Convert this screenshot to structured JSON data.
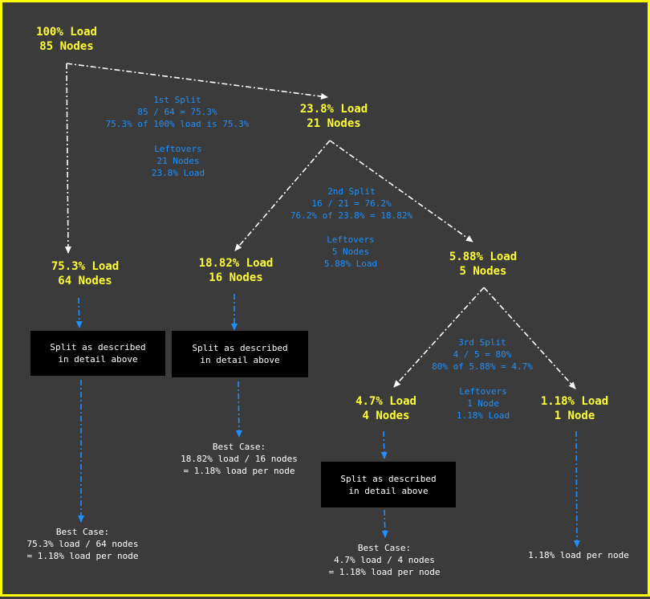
{
  "colors": {
    "border": "#ffff00",
    "background": "#3b3b3b",
    "node_text": "#ffff33",
    "split_text": "#1e90ff",
    "box_bg": "#000000",
    "box_text": "#ffffff",
    "arrow_white": "#ffffff",
    "arrow_blue": "#1e90ff"
  },
  "nodes": {
    "root": {
      "load": "100% Load",
      "count": "85 Nodes"
    },
    "n238": {
      "load": "23.8% Load",
      "count": "21 Nodes"
    },
    "n753": {
      "load": "75.3% Load",
      "count": "64 Nodes"
    },
    "n1882": {
      "load": "18.82% Load",
      "count": "16 Nodes"
    },
    "n588": {
      "load": "5.88% Load",
      "count": "5 Nodes"
    },
    "n47": {
      "load": "4.7% Load",
      "count": "4 Nodes"
    },
    "n118": {
      "load": "1.18% Load",
      "count": "1 Node"
    }
  },
  "splits": {
    "s1": {
      "title": "1st Split",
      "formula": "85 / 64 = 75.3%",
      "result": "75.3% of 100% load is 75.3%"
    },
    "s2": {
      "title": "2nd Split",
      "formula": "16 / 21 = 76.2%",
      "result": "76.2% of 23.8% = 18.82%"
    },
    "s3": {
      "title": "3rd Split",
      "formula": "4 / 5 = 80%",
      "result": "80% of 5.88% = 4.7%"
    }
  },
  "leftovers": {
    "l1": {
      "title": "Leftovers",
      "count": "21 Nodes",
      "load": "23.8% Load"
    },
    "l2": {
      "title": "Leftovers",
      "count": "5 Nodes",
      "load": "5.88% Load"
    },
    "l3": {
      "title": "Leftovers",
      "count": "1 Node",
      "load": "1.18% Load"
    }
  },
  "boxes": {
    "line1": "Split as described",
    "line2": "in detail above"
  },
  "best_cases": {
    "b753": {
      "title": "Best Case:",
      "calc": "75.3% load / 64 nodes",
      "result": "= 1.18% load per node"
    },
    "b1882": {
      "title": "Best Case:",
      "calc": "18.82% load / 16 nodes",
      "result": "= 1.18% load per node"
    },
    "b47": {
      "title": "Best Case:",
      "calc": "4.7% load / 4 nodes",
      "result": "= 1.18% load per node"
    },
    "b118": {
      "result": "1.18% load per node"
    }
  }
}
